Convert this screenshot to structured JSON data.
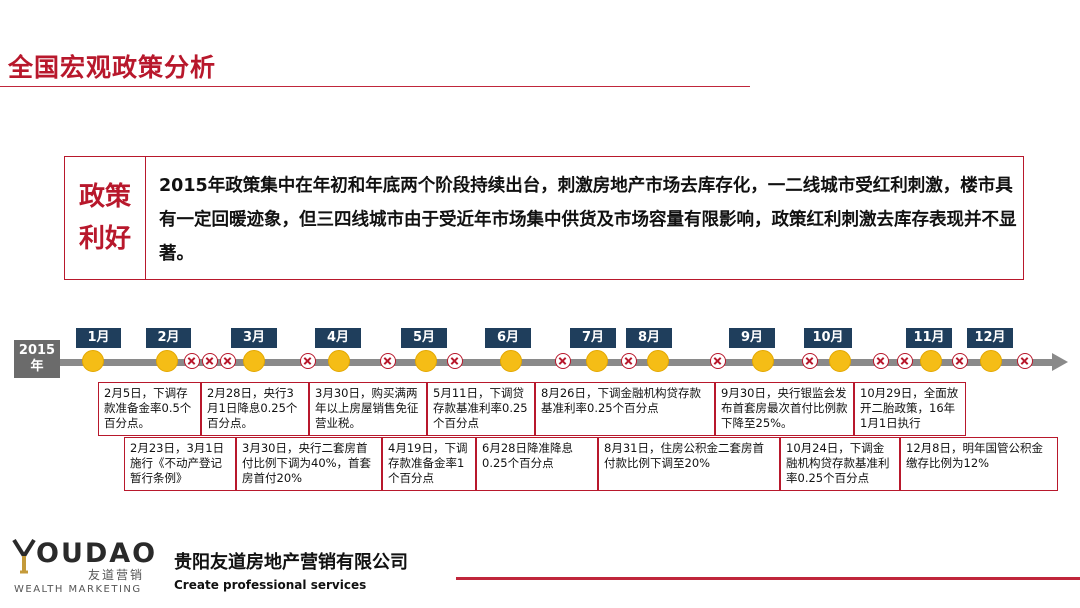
{
  "page_title": "全国宏观政策分析",
  "policy": {
    "label_line1": "政策",
    "label_line2": "利好",
    "text": "2015年政策集中在年初和年底两个阶段持续出台，刺激房地产市场去库存化，一二线城市受红利刺激，楼市具有一定回暖迹象，但三四线城市由于受近年市场集中供货及市场容量有限影响，政策红利刺激去库存表现并不显著。"
  },
  "timeline": {
    "year_line1": "2015",
    "year_line2": "年",
    "months": [
      "1月",
      "2月",
      "3月",
      "4月",
      "5月",
      "6月",
      "7月",
      "8月",
      "9月",
      "10月",
      "11月",
      "12月"
    ],
    "events_top": [
      "2月5日，下调存款准备金率0.5个百分点。",
      "2月28日，央行3月1日降息0.25个百分点。",
      "3月30日，购买满两年以上房屋销售免征营业税。",
      "5月11日，下调贷存款基准利率0.25个百分点",
      "8月26日，下调金融机构贷存款基准利率0.25个百分点",
      "9月30日，央行银监会发布首套房最次首付比例款下降至25%。",
      "10月29日，全面放开二胎政策，16年1月1日执行"
    ],
    "events_bottom": [
      "2月23日，3月1日施行《不动产登记暂行条例》",
      "3月30日，央行二套房首付比例下调为40%，首套房首付20%",
      "4月19日，下调存款准备金率1个百分点",
      "6月28日降准降息0.25个百分点",
      "8月31日，住房公积金二套房首付款比例下调至20%",
      "10月24日，下调金融机构贷存款基准利率0.25个百分点",
      "12月8日，明年国管公积金缴存比例为12%"
    ]
  },
  "footer": {
    "logo_word": "OUDAO",
    "logo_cn": "友道营销",
    "logo_en": "WEALTH MARKETING",
    "company_name": "贵阳友道房地产营销有限公司",
    "slogan": "Create professional services"
  },
  "colors": {
    "accent": "#b8182c",
    "month_tag": "#1f3e5c",
    "dot": "#f5bd16",
    "line": "#8a8a8a"
  }
}
